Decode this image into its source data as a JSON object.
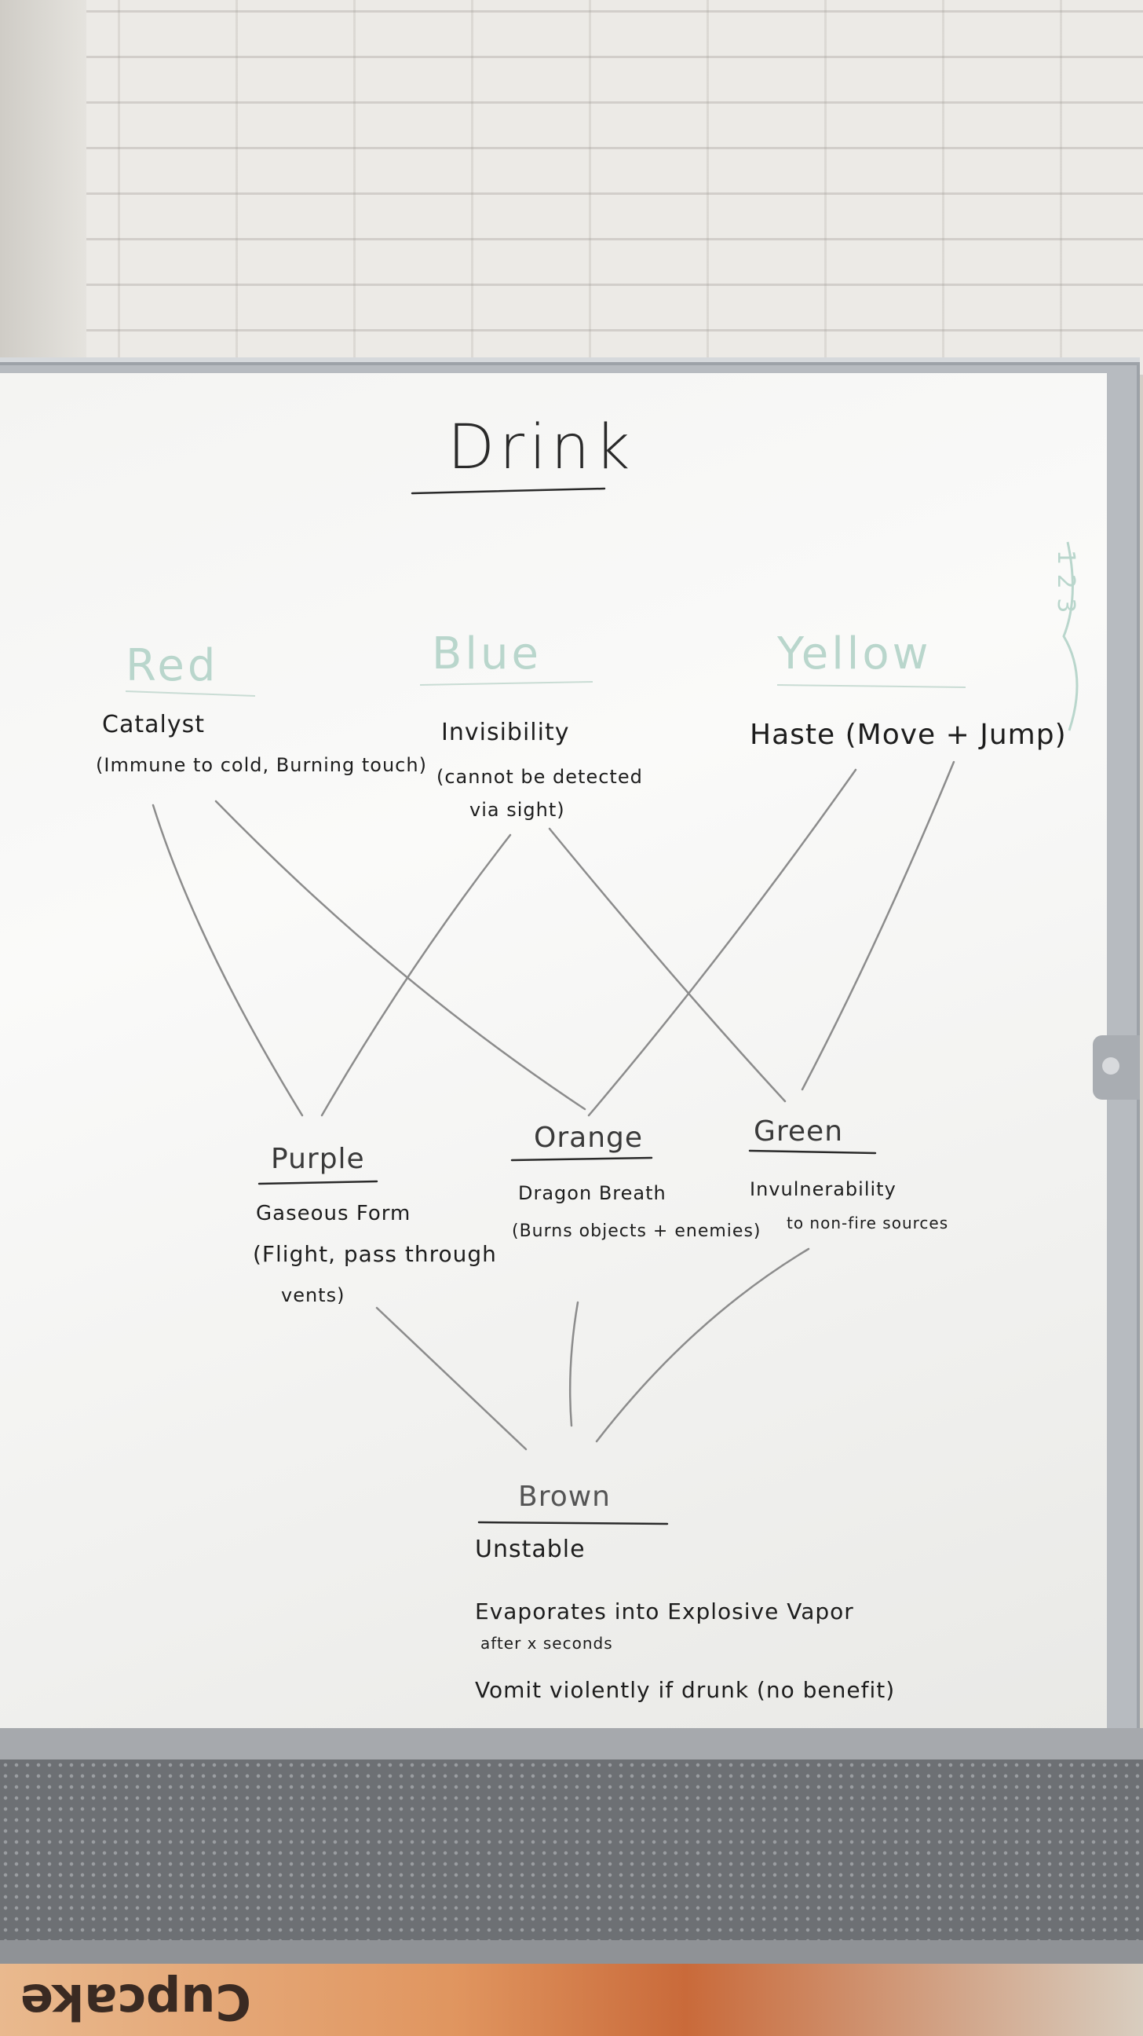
{
  "board": {
    "title": "Drink",
    "primaries": {
      "red": {
        "color_name": "Red",
        "effect": "Catalyst",
        "detail": "(Immune to cold, Burning touch)"
      },
      "blue": {
        "color_name": "Blue",
        "effect": "Invisibility",
        "detail_line1": "(cannot be detected",
        "detail_line2": "via sight)"
      },
      "yellow": {
        "color_name": "Yellow",
        "effect": "Haste (Move + Jump)"
      }
    },
    "secondaries": {
      "purple": {
        "color_name": "Purple",
        "effect": "Gaseous Form",
        "detail_line1": "(Flight, pass through",
        "detail_line2": "vents)"
      },
      "orange": {
        "color_name": "Orange",
        "effect": "Dragon Breath",
        "detail": "(Burns objects + enemies)"
      },
      "green": {
        "color_name": "Green",
        "effect": "Invulnerability",
        "detail": "to non-fire sources"
      }
    },
    "final": {
      "color_name": "Brown",
      "effect": "Unstable",
      "line1": "Evaporates into Explosive Vapor",
      "line2": "after x seconds",
      "line3": "Vomit violently if drunk (no benefit)"
    },
    "margin_scribble": "1 2 3",
    "floor_sign": "Cupcake"
  },
  "colors": {
    "marker_black": "#1d1d1d",
    "faint_green": "#b9d6cc",
    "pencil_line": "#8a8a8a",
    "board_white": "#f6f6f4"
  }
}
